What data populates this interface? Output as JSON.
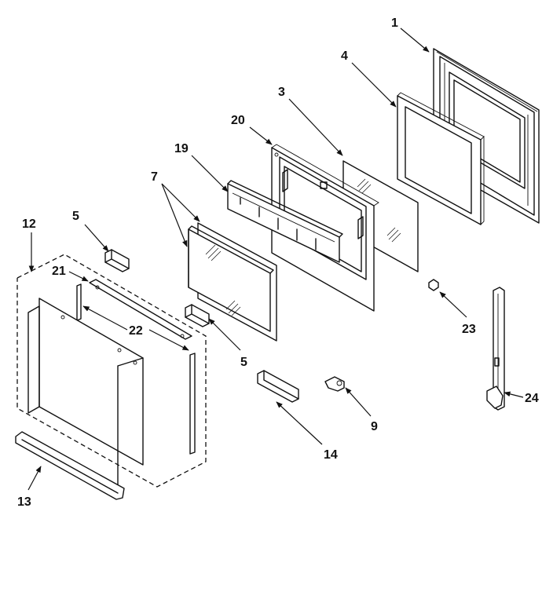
{
  "callouts": {
    "c1": "1",
    "c3": "3",
    "c4": "4",
    "c5a": "5",
    "c5b": "5",
    "c7": "7",
    "c9": "9",
    "c12": "12",
    "c13": "13",
    "c14": "14",
    "c19": "19",
    "c20": "20",
    "c21": "21",
    "c22": "22",
    "c23": "23",
    "c24": "24"
  }
}
